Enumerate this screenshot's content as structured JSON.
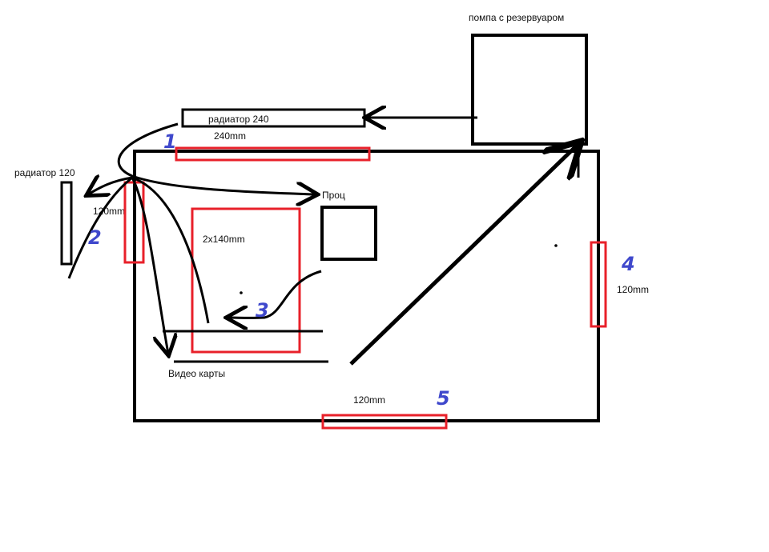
{
  "labels": {
    "pump": "помпа с резервуаром",
    "radiator240": "радиатор 240",
    "fan240": "240mm",
    "radiator120": "радиатор 120",
    "fan120_left": "120mm",
    "cpu": "Проц",
    "fans_front": "2x140mm",
    "gpu": "Видео карты",
    "fan120_right": "120mm",
    "fan120_bottom": "120mm"
  },
  "numbers": {
    "n1": "1",
    "n2": "2",
    "n3": "3",
    "n4": "4",
    "n5": "5"
  },
  "colors": {
    "outline": "#000000",
    "fan": "#e8202a",
    "number": "#3f48cc",
    "text": "#111111"
  }
}
